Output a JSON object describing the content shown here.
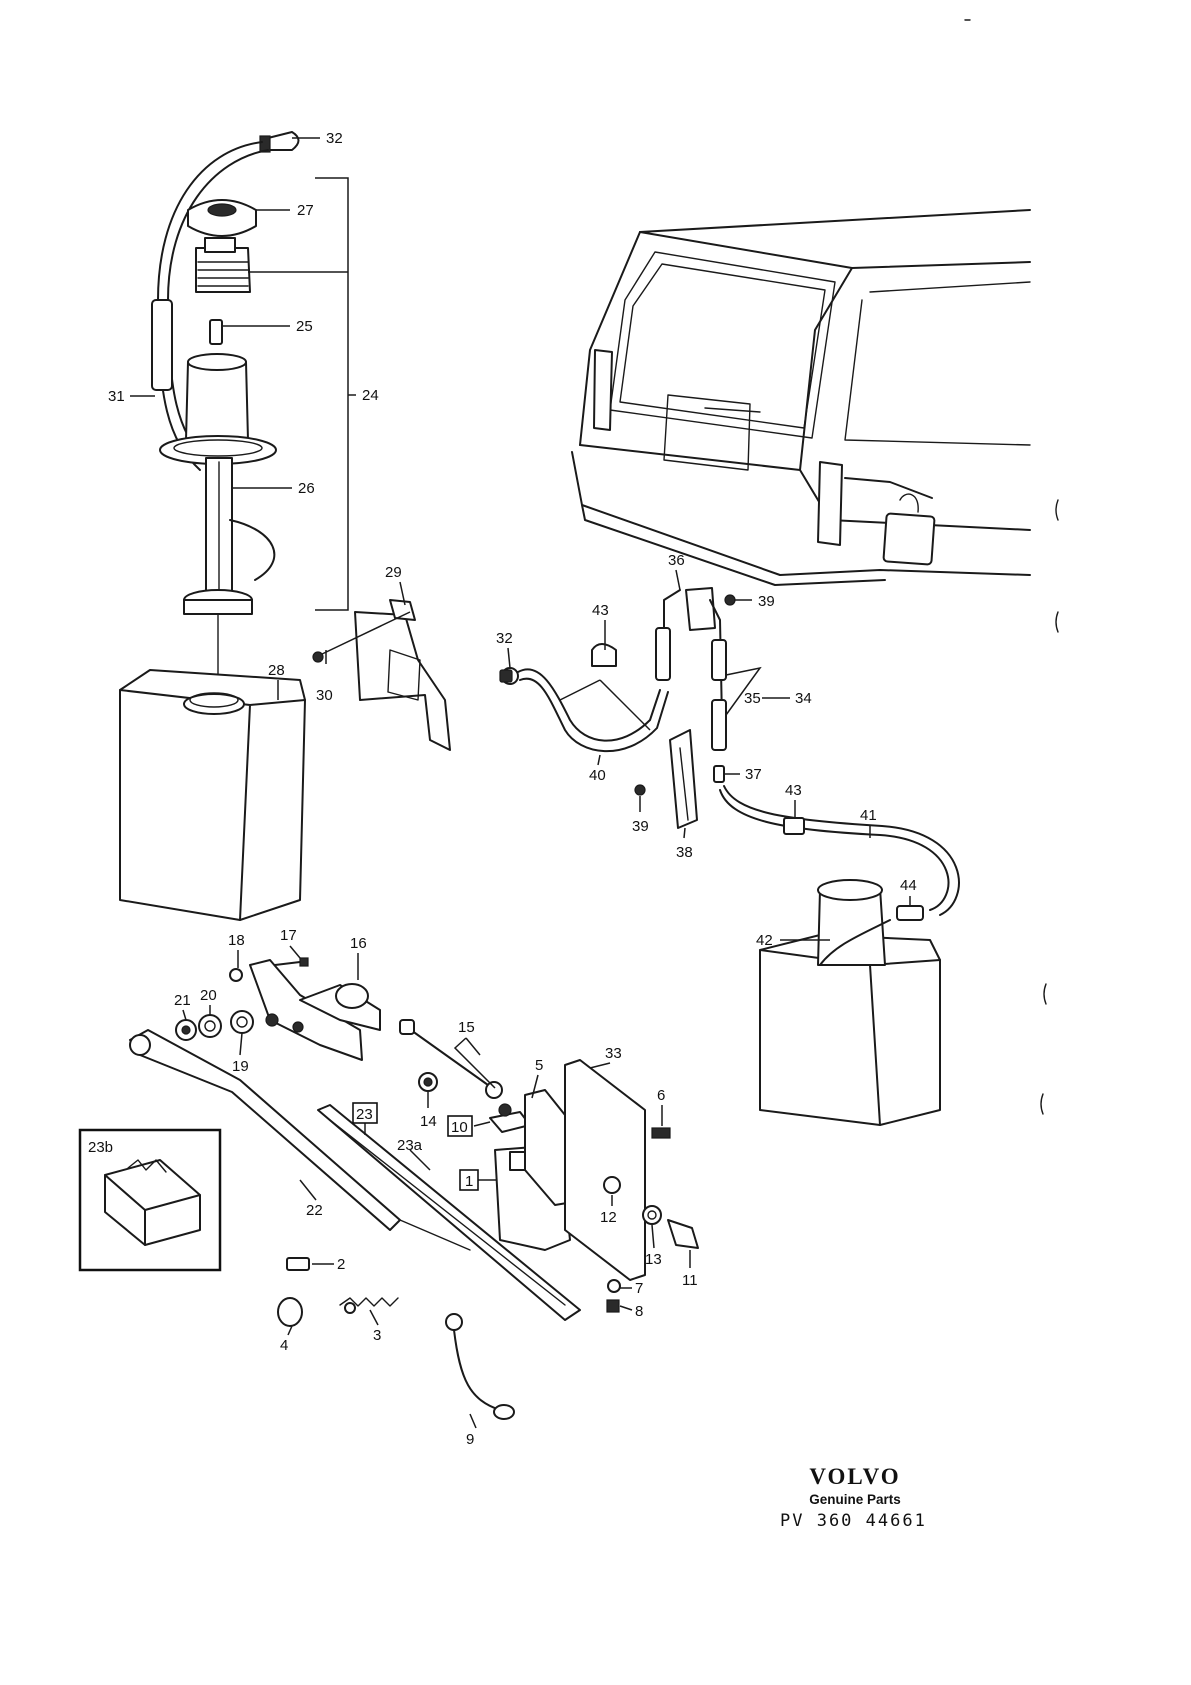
{
  "brand": {
    "name": "VOLVO",
    "subtitle": "Genuine Parts",
    "code": "PV 360  44661"
  },
  "callouts": {
    "c1": "1",
    "c2": "2",
    "c3": "3",
    "c4": "4",
    "c5": "5",
    "c6": "6",
    "c7": "7",
    "c8": "8",
    "c9": "9",
    "c10": "10",
    "c11": "11",
    "c12": "12",
    "c13": "13",
    "c14": "14",
    "c15": "15",
    "c16": "16",
    "c17": "17",
    "c18": "18",
    "c19": "19",
    "c20": "20",
    "c21": "21",
    "c22": "22",
    "c23": "23",
    "c23a": "23a",
    "c23b": "23b",
    "c24": "24",
    "c25": "25",
    "c26": "26",
    "c27": "27",
    "c28": "28",
    "c29": "29",
    "c30": "30",
    "c31": "31",
    "c32a": "32",
    "c32b": "32",
    "c33": "33",
    "c34": "34",
    "c35": "35",
    "c36": "36",
    "c37": "37",
    "c38": "38",
    "c39a": "39",
    "c39b": "39",
    "c40": "40",
    "c41": "41",
    "c42": "42",
    "c43a": "43",
    "c43b": "43",
    "c44": "44"
  }
}
